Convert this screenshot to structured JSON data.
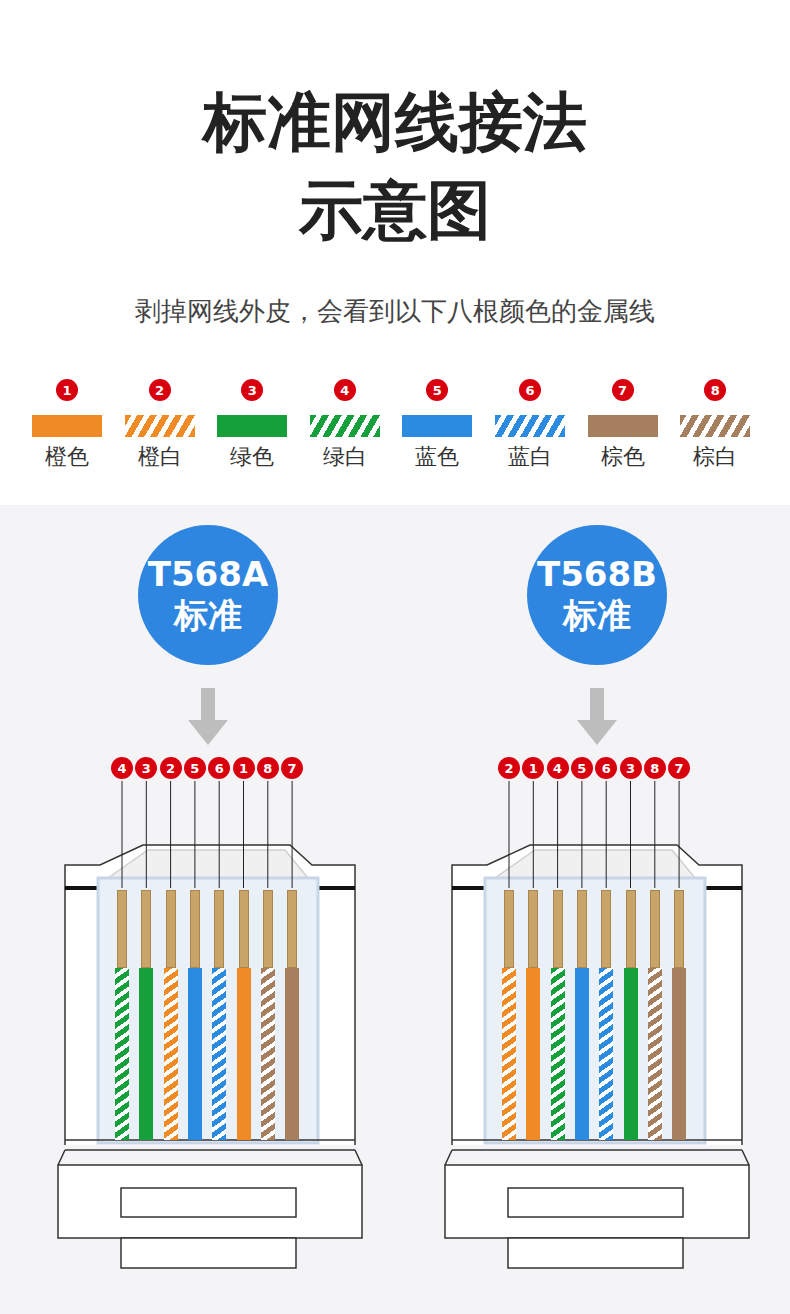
{
  "diagram": {
    "title": "标准网线接法 示意图",
    "nodes": [
      {
        "text": [
          "T568A 标准"
        ]
      },
      {
        "text": [
          "T568B 标准"
        ]
      }
    ],
    "labels": [
      "剥掉网线外皮，会看到以下八根颜色的金属线",
      "1",
      "2",
      "3",
      "4",
      "5",
      "6",
      "7",
      "8",
      "4",
      "3",
      "2",
      "5",
      "6",
      "1",
      "8",
      "7",
      "2",
      "1",
      "4",
      "5",
      "6",
      "3",
      "8",
      "7"
    ],
    "legend": [
      {
        "text": "橙色",
        "color": "#f08a24"
      },
      {
        "text": "橙白",
        "color": "#f08a24"
      },
      {
        "text": "绿色",
        "color": "#15a03c"
      },
      {
        "text": "绿白",
        "color": "#15a03c"
      },
      {
        "text": "蓝色",
        "color": "#2b8be0"
      },
      {
        "text": "蓝白",
        "color": "#2b8be0"
      },
      {
        "text": "棕色",
        "color": "#a57f5e"
      },
      {
        "text": "棕白",
        "color": "#a57f5e"
      }
    ]
  }
}
